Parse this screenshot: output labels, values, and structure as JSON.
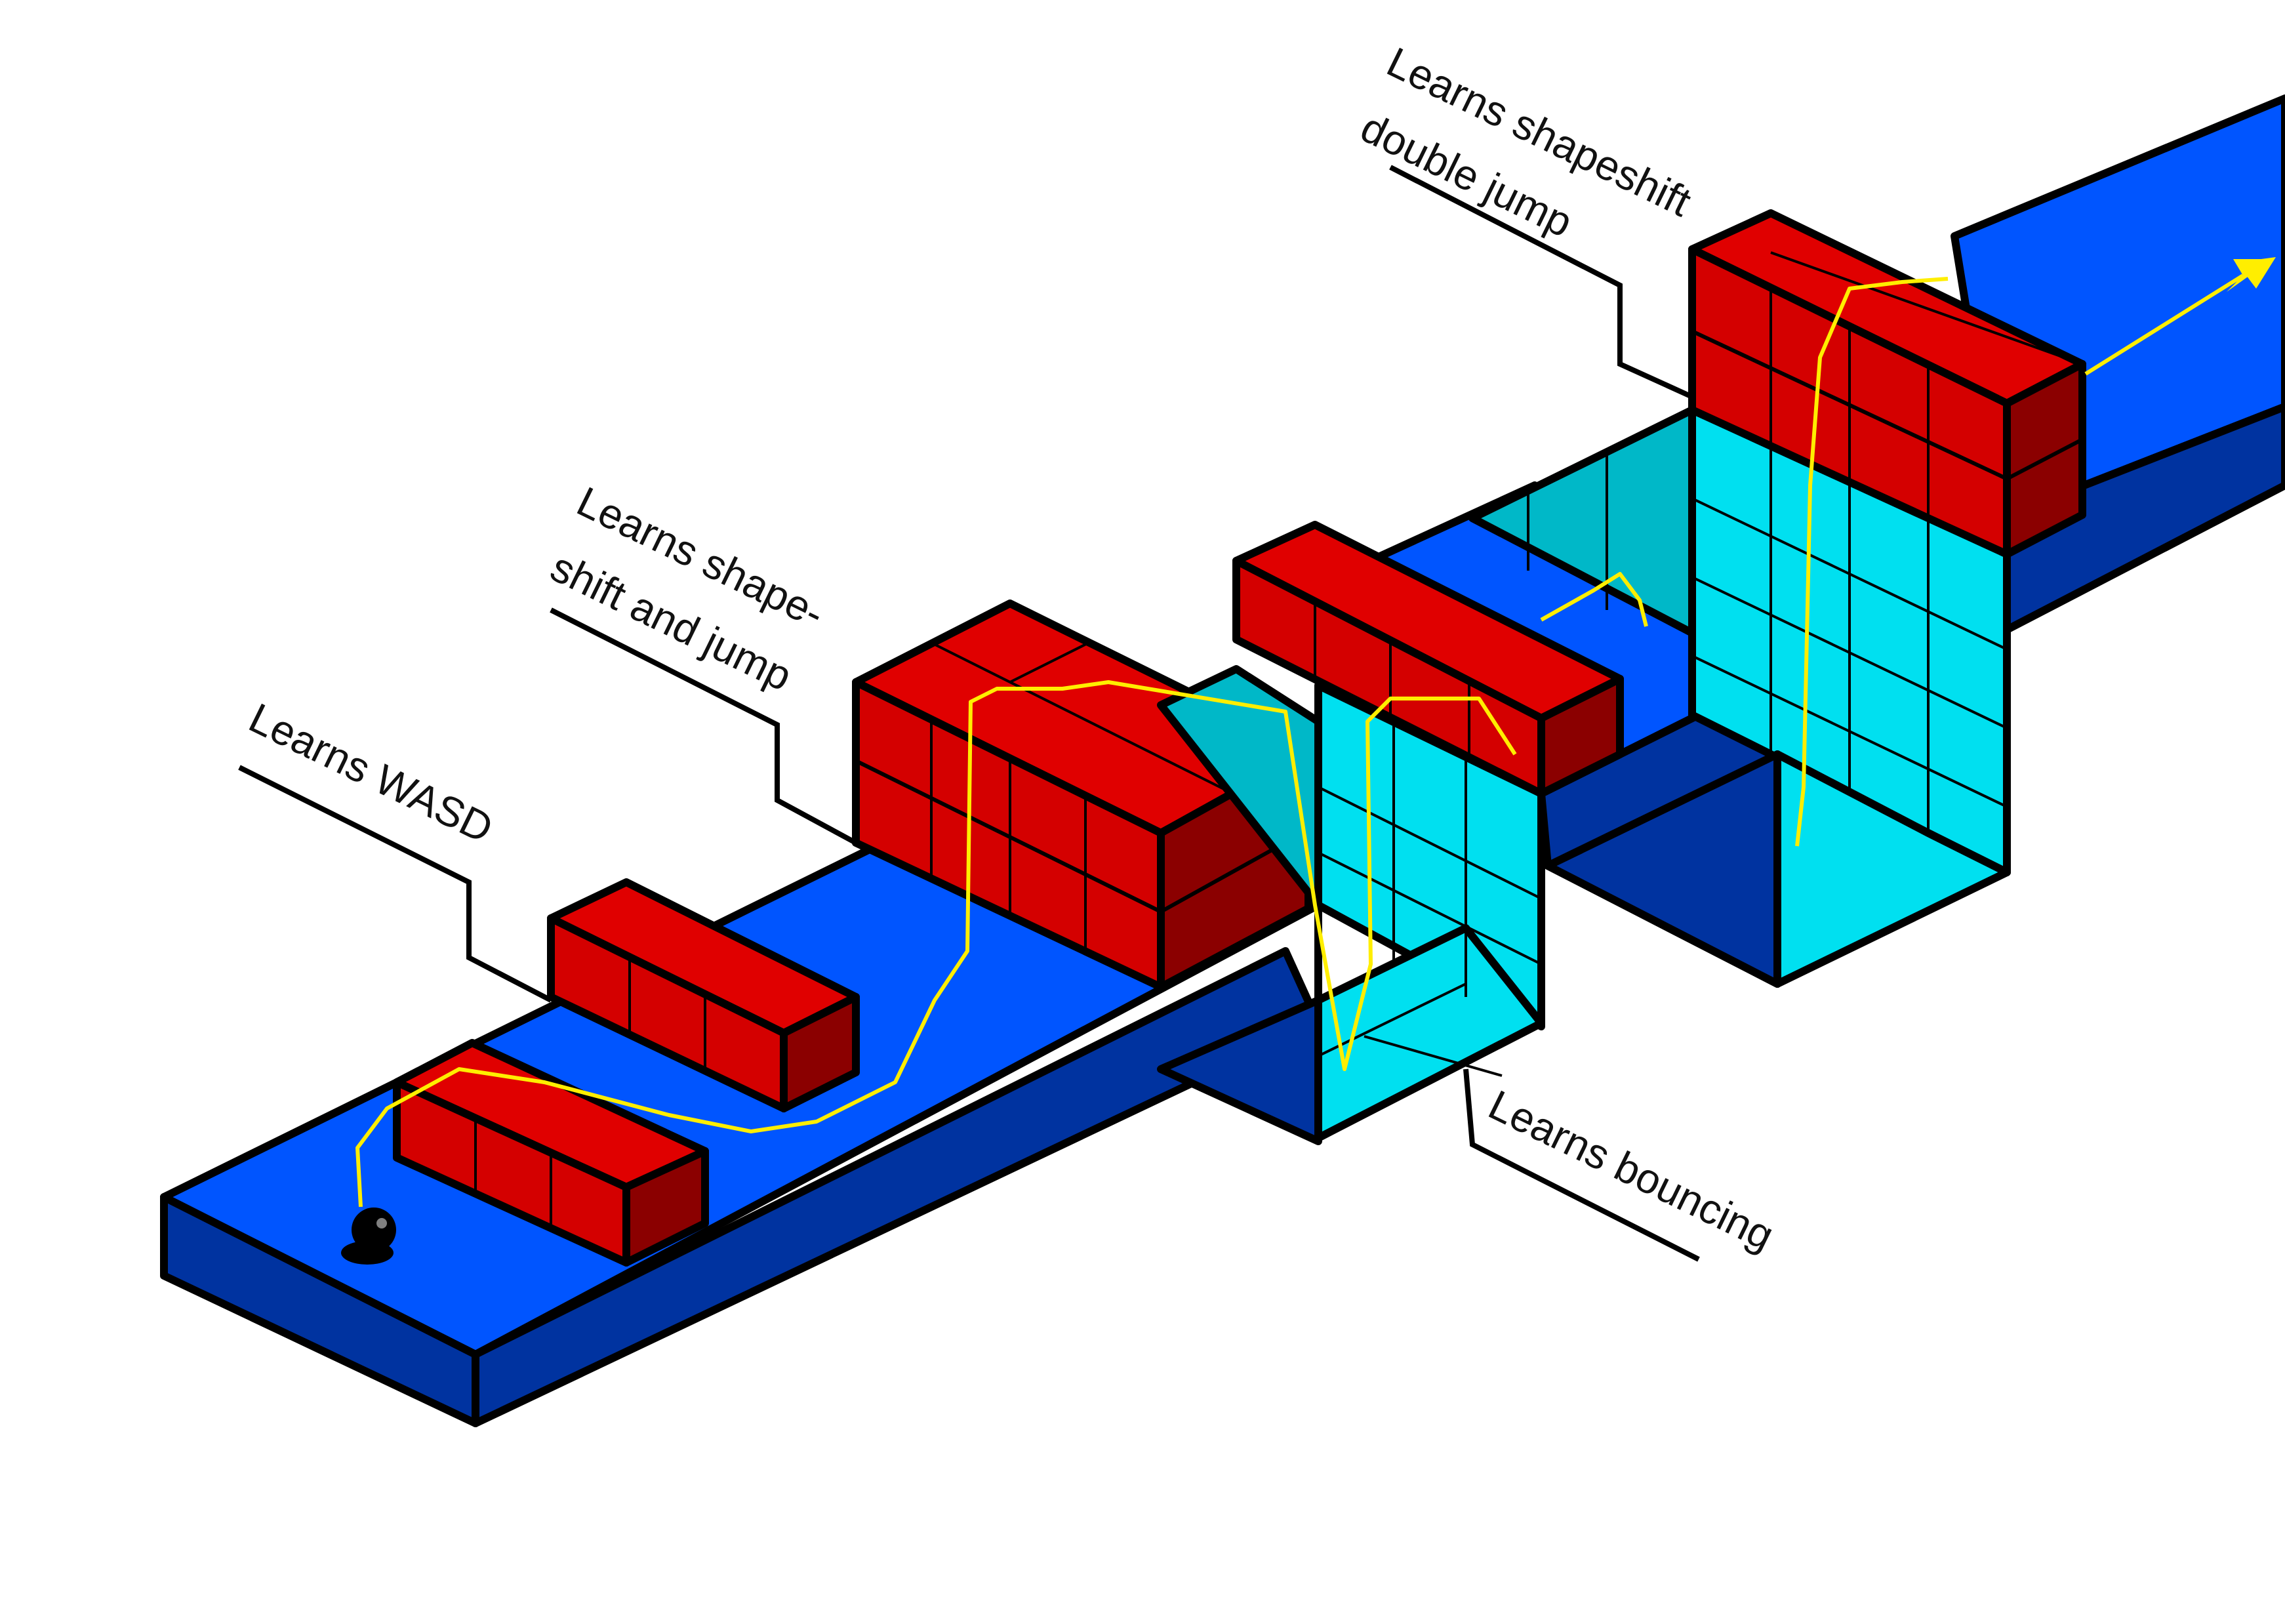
{
  "callouts": {
    "wasd": {
      "label": "Learns WASD"
    },
    "shapeshift_jump": {
      "line1": "Learns shape-",
      "line2": "shift and jump"
    },
    "double_jump": {
      "line1": "Learns shapeshift",
      "line2": "double jump"
    },
    "bouncing": {
      "label": "Learns bouncing"
    }
  },
  "colors": {
    "floor_top": "#0055ff",
    "floor_side": "#0033a0",
    "block_front": "#d40000",
    "block_top": "#e00000",
    "block_side": "#8b0000",
    "bounce_wall": "#00e0f0",
    "bounce_inner": "#00b8c8",
    "path": "#ffee00",
    "outline": "#000000"
  },
  "icons": {
    "player": "player-ball-icon",
    "goal": "arrow-icon"
  }
}
